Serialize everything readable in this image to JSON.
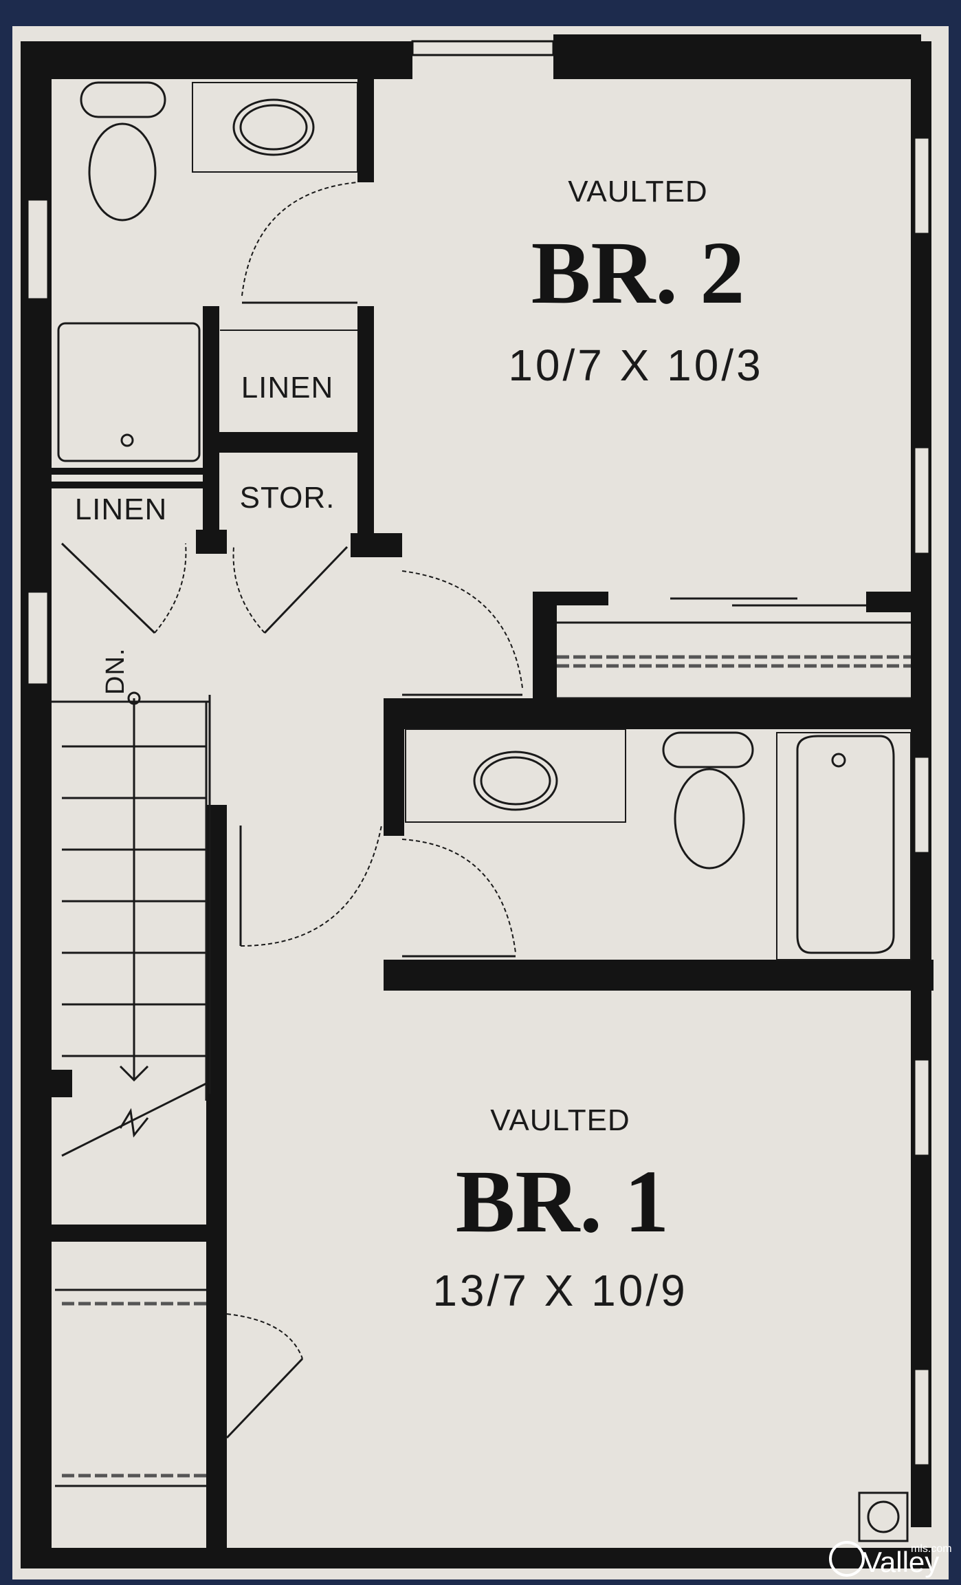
{
  "rooms": {
    "br2": {
      "ceiling": "VAULTED",
      "name": "BR. 2",
      "size": "10/7 X 10/3"
    },
    "br1": {
      "ceiling": "VAULTED",
      "name": "BR. 1",
      "size": "13/7 X 10/9"
    }
  },
  "closets": {
    "linen_upper": "LINEN",
    "linen_left": "LINEN",
    "storage": "STOR."
  },
  "stairs": {
    "label": "DN."
  },
  "watermark": {
    "brand": "Valley",
    "domain": "mls.com"
  },
  "colors": {
    "background_frame": "#1d2b4d",
    "paper": "#e6e3dd",
    "wall": "#141414"
  }
}
